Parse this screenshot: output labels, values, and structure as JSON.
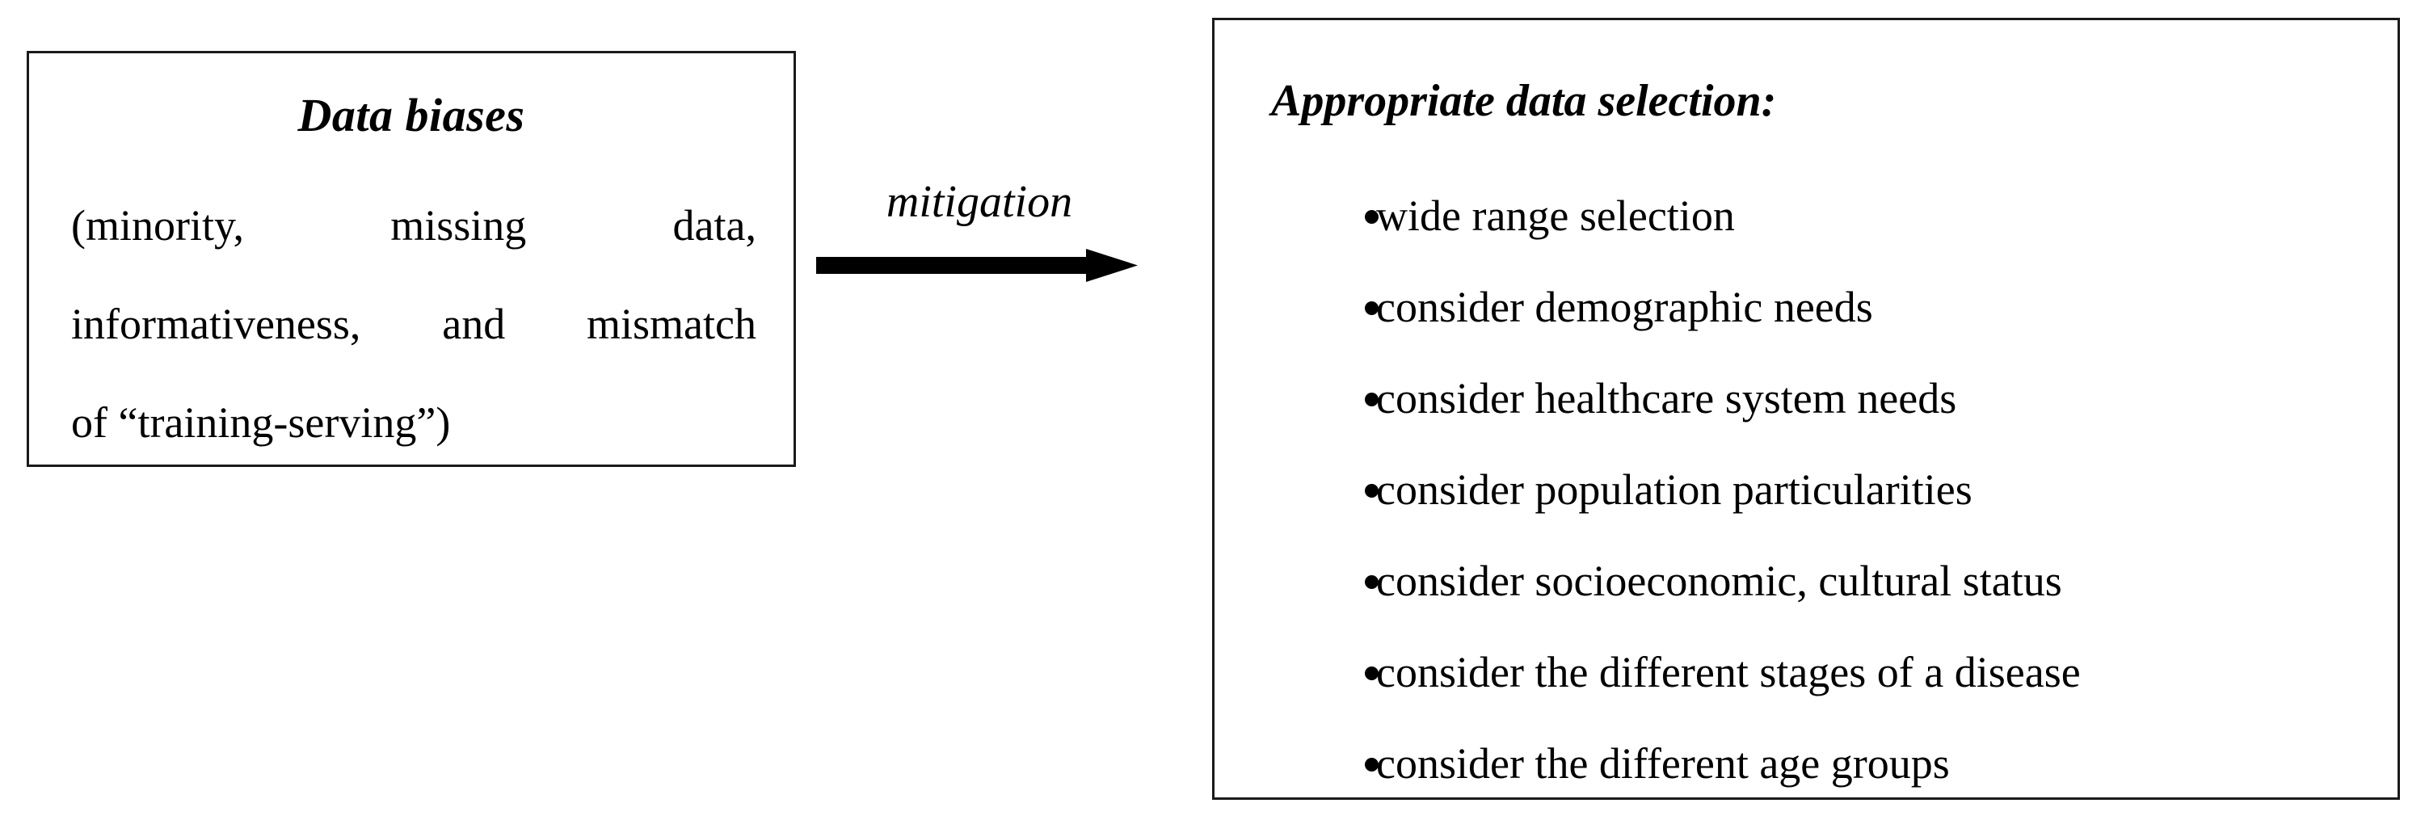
{
  "diagram": {
    "kind": "flow-diagram",
    "colors": {
      "background": "#ffffff",
      "box_fill": "#ffffff",
      "box_border": "#1a1a1a",
      "text": "#000000",
      "arrow": "#000000"
    },
    "left_box": {
      "title": "Data biases",
      "body_lines": [
        "(minority, missing data,",
        "informativeness, and mismatch",
        "of “training-serving”)"
      ],
      "body_text": "(minority, missing data, informativeness, and mismatch of “training-serving”)"
    },
    "connector": {
      "label": "mitigation",
      "direction": "left-to-right",
      "style": "solid-thick-arrow"
    },
    "right_box": {
      "title": "Appropriate data selection:",
      "bullets": [
        "wide range selection",
        "consider demographic needs",
        "consider healthcare system needs",
        "consider population particularities",
        "consider socioeconomic, cultural status",
        "consider the different stages of a disease",
        "consider the different age groups"
      ]
    }
  }
}
